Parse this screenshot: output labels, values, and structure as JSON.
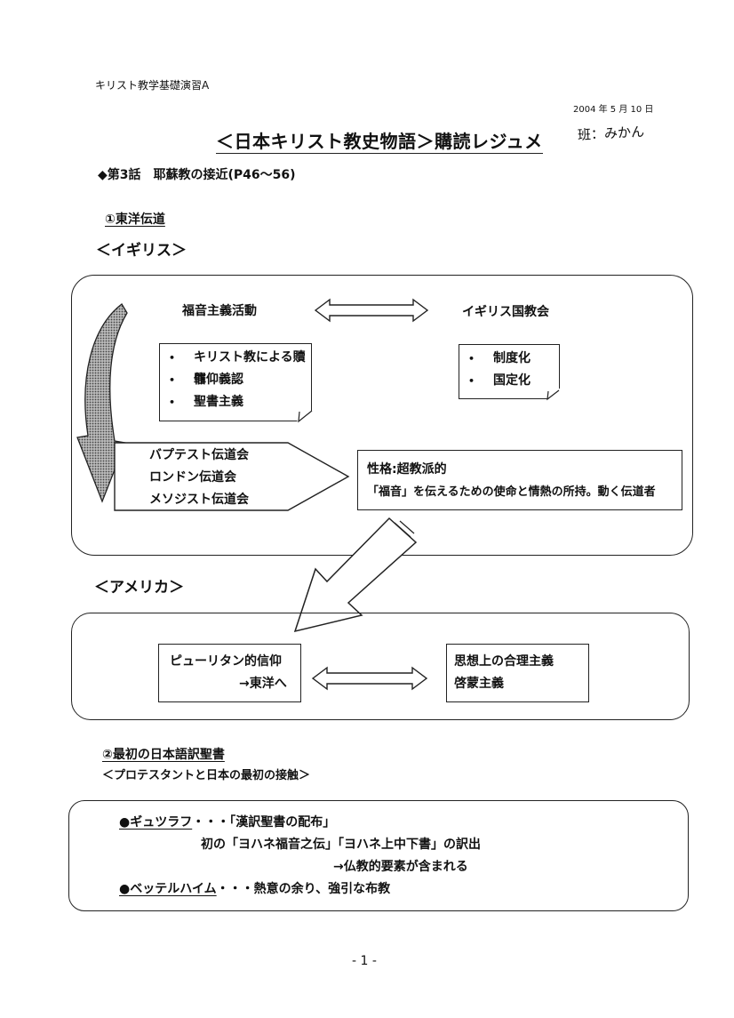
{
  "header": {
    "course": "キリスト教学基礎演習A",
    "date": "2004 年 5 月 10 日",
    "group_note": "班：みかん"
  },
  "title": "＜日本キリスト教史物語＞購読レジュメ",
  "episode": "◆第3話　耶蘇教の接近(P46～56)",
  "section1": {
    "heading": "①東洋伝道",
    "britain": {
      "label": "＜イギリス＞",
      "evangelicalism": "福音主義活動",
      "anglican": "イギリス国教会",
      "evangelical_items": [
        "キリスト教による贖罪",
        "信仰義認",
        "聖書主義"
      ],
      "anglican_items": [
        "制度化",
        "国定化"
      ],
      "missions": [
        "バプテスト伝道会",
        "ロンドン伝道会",
        "メソジスト伝道会"
      ],
      "character_line1": "性格:超教派的",
      "character_line2": "「福音」を伝えるための使命と情熱の所持。動く伝道者"
    },
    "america": {
      "label": "＜アメリカ＞",
      "puritan_line1": "ピューリタン的信仰",
      "puritan_line2": "→東洋へ",
      "thought_line1": "思想上の合理主義",
      "thought_line2": "啓蒙主義"
    }
  },
  "section2": {
    "heading": "②最初の日本語訳聖書",
    "subheading": "＜プロテスタントと日本の最初の接触＞",
    "gutzlaff_name": "●ギュツラフ",
    "gutzlaff_desc": "・・・「漢訳聖書の配布」",
    "translation_line": "初の「ヨハネ福音之伝」「ヨハネ上中下書」の訳出",
    "buddhist_line": "→仏教的要素が含まれる",
    "bettelheim_name": "●ベッテルハイム",
    "bettelheim_desc": "・・・熱意の余り、強引な布教"
  },
  "footer": {
    "page_number": "- 1 -"
  }
}
